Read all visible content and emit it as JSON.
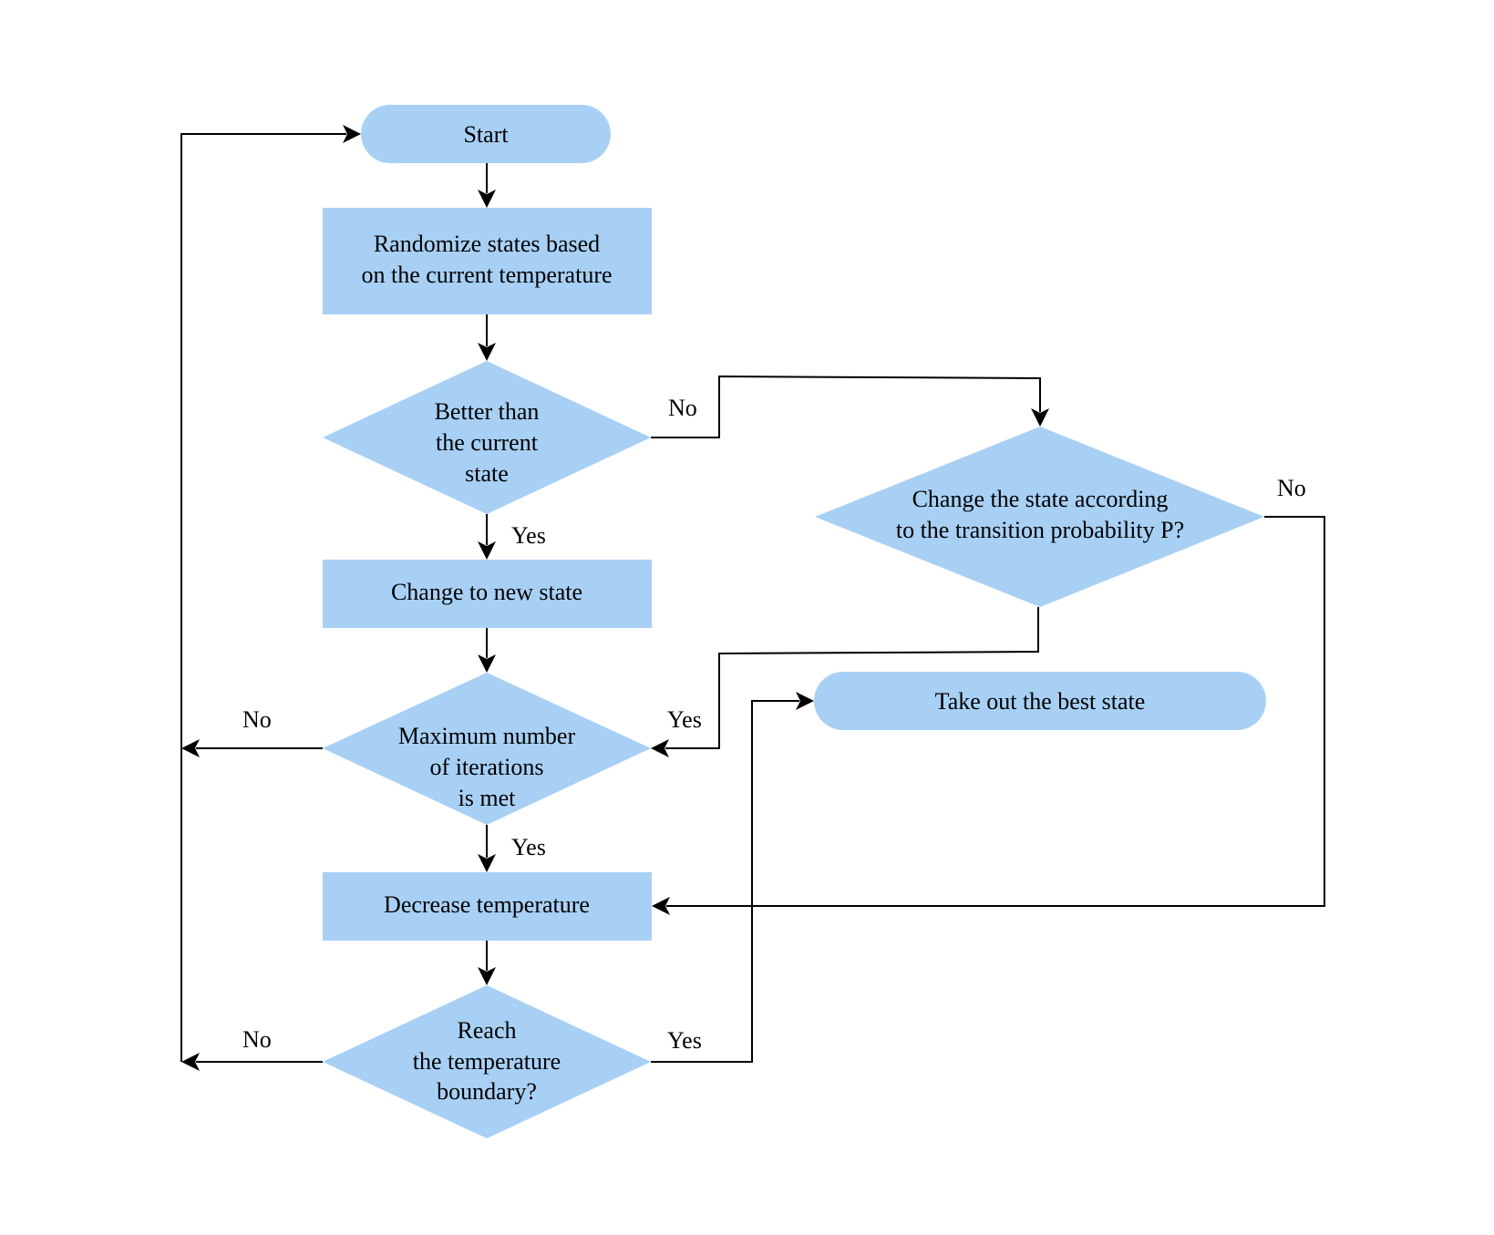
{
  "colors": {
    "node_fill": "#a8d0f5",
    "line": "#000000",
    "background": "#ffffff"
  },
  "nodes": {
    "start": "Start",
    "randomize": [
      "Randomize states based",
      "on the current temperature"
    ],
    "better": [
      "Better than",
      "the current",
      "state"
    ],
    "change_new": "Change to new state",
    "change_prob": [
      "Change the state according",
      "to the transition probability P?"
    ],
    "max_iter": [
      "Maximum number",
      "of iterations",
      "is met"
    ],
    "take_best": "Take out the best state",
    "decrease": "Decrease temperature",
    "reach": [
      "Reach",
      "the temperature",
      "boundary?"
    ]
  },
  "edge_labels": {
    "better_no": "No",
    "better_yes": "Yes",
    "prob_no": "No",
    "prob_yes": "Yes",
    "max_no": "No",
    "max_yes": "Yes",
    "reach_no": "No",
    "reach_yes": "Yes"
  }
}
